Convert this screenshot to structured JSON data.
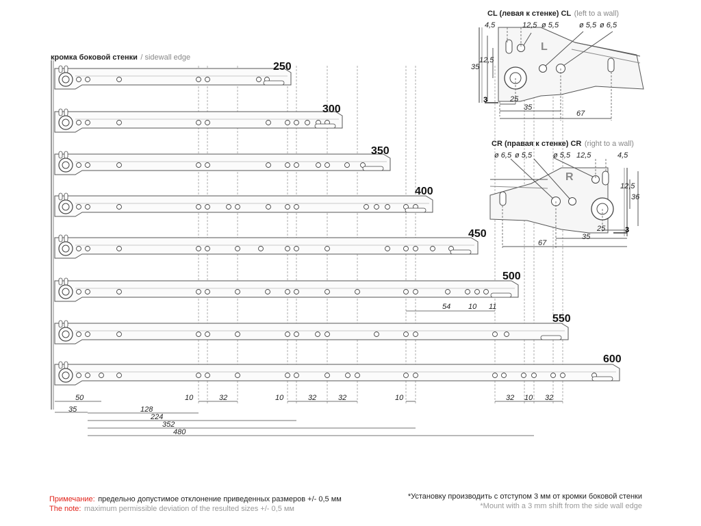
{
  "header": {
    "edge_ru": "кромка боковой стенки",
    "edge_en": "/ sidewall edge"
  },
  "rails": [
    {
      "length": "250"
    },
    {
      "length": "300"
    },
    {
      "length": "350"
    },
    {
      "length": "400"
    },
    {
      "length": "450"
    },
    {
      "length": "500"
    },
    {
      "length": "550"
    },
    {
      "length": "600"
    }
  ],
  "bottom_dims": {
    "d50": "50",
    "d35": "35",
    "d10a": "10",
    "d32a": "32",
    "d10b": "10",
    "d32b": "32",
    "d32c": "32",
    "d10c": "10",
    "d32d": "32",
    "d10d": "10",
    "d32e": "32",
    "d128": "128",
    "d224": "224",
    "d352": "352",
    "d480": "480",
    "d54": "54",
    "d10e": "10",
    "d11": "11"
  },
  "cl_detail": {
    "title_ru": "CL (левая к стенке) CL",
    "title_en": "(left to a wall)",
    "side_letter": "L",
    "d4_5": "4,5",
    "d12_5_top": "12,5",
    "d_phi5_5a": "ø 5,5",
    "d_phi5_5b": "ø 5,5",
    "d_phi6_5": "ø 6,5",
    "d35_v": "35",
    "d12_5_v": "12,5",
    "d3": "3",
    "d25": "25",
    "d35": "35",
    "d67": "67"
  },
  "cr_detail": {
    "title_ru": "CR (правая к стенке) CR",
    "title_en": "(right to a wall)",
    "side_letter": "R",
    "d_phi6_5": "ø 6,5",
    "d_phi5_5a": "ø 5,5",
    "d_phi5_5b": "ø 5,5",
    "d12_5_top": "12,5",
    "d4_5": "4,5",
    "d12_5_v": "12,5",
    "d36_v": "36",
    "d3": "3",
    "d25": "25",
    "d35": "35",
    "d67": "67"
  },
  "notes": {
    "left_ru_label": "Примечание:",
    "left_ru_text": "предельно допустимое отклонение приведенных размеров +/- 0,5 мм",
    "left_en_label": "The note:",
    "left_en_text": "maximum permissible deviation of the resulted sizes +/- 0,5 мм",
    "right_ru": "*Установку производить с отступом 3 мм от кромки боковой стенки",
    "right_en": "*Mount with a 3 mm shift from the side wall edge"
  },
  "colors": {
    "line": "#555555",
    "dashed": "#777777",
    "red": "#e2231a",
    "grey": "#999999"
  }
}
